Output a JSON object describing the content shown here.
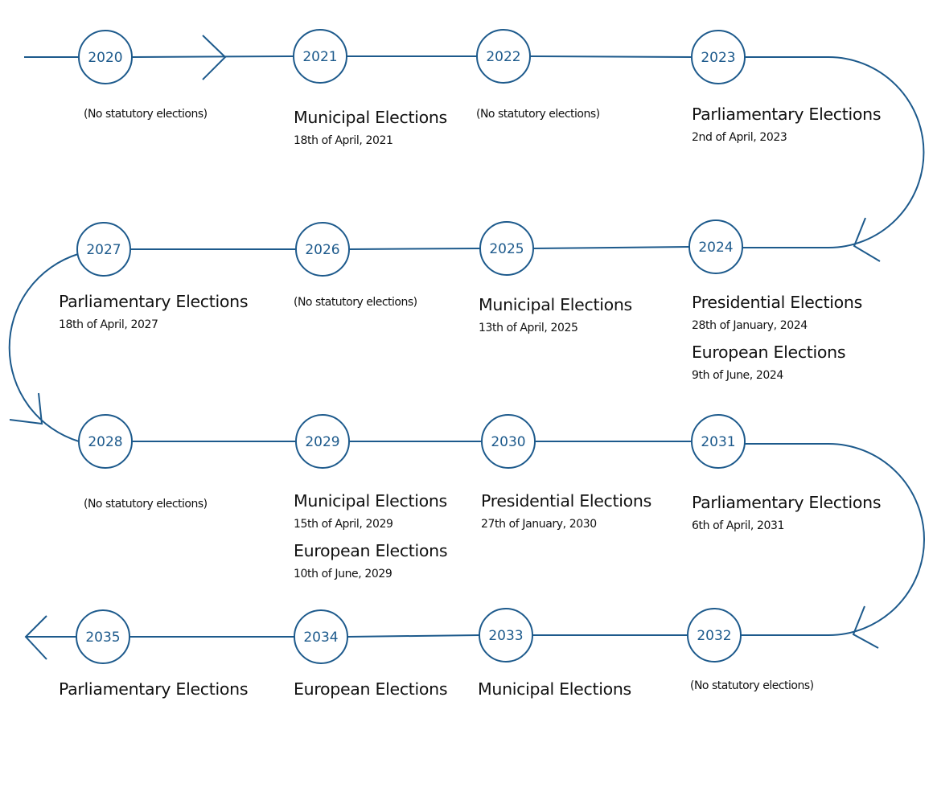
{
  "colors": {
    "line": "#1d5a8c",
    "text": "#111111"
  },
  "no_elections_label": "(No statutory elections)",
  "years": [
    {
      "year": "2020",
      "elections": []
    },
    {
      "year": "2021",
      "elections": [
        {
          "name": "Municipal Elections",
          "date": "18th of April, 2021"
        }
      ]
    },
    {
      "year": "2022",
      "elections": []
    },
    {
      "year": "2023",
      "elections": [
        {
          "name": "Parliamentary Elections",
          "date": "2nd of April, 2023"
        }
      ]
    },
    {
      "year": "2024",
      "elections": [
        {
          "name": "Presidential Elections",
          "date": "28th of January, 2024"
        },
        {
          "name": "European Elections",
          "date": "9th of June, 2024"
        }
      ]
    },
    {
      "year": "2025",
      "elections": [
        {
          "name": "Municipal Elections",
          "date": "13th of April, 2025"
        }
      ]
    },
    {
      "year": "2026",
      "elections": []
    },
    {
      "year": "2027",
      "elections": [
        {
          "name": "Parliamentary Elections",
          "date": "18th of April, 2027"
        }
      ]
    },
    {
      "year": "2028",
      "elections": []
    },
    {
      "year": "2029",
      "elections": [
        {
          "name": "Municipal Elections",
          "date": "15th of April, 2029"
        },
        {
          "name": "European Elections",
          "date": "10th of June, 2029"
        }
      ]
    },
    {
      "year": "2030",
      "elections": [
        {
          "name": "Presidential Elections",
          "date": "27th of January, 2030"
        }
      ]
    },
    {
      "year": "2031",
      "elections": [
        {
          "name": "Parliamentary Elections",
          "date": "6th of April, 2031"
        }
      ]
    },
    {
      "year": "2032",
      "elections": []
    },
    {
      "year": "2033",
      "elections": [
        {
          "name": "Municipal Elections"
        }
      ]
    },
    {
      "year": "2034",
      "elections": [
        {
          "name": "European Elections"
        }
      ]
    },
    {
      "year": "2035",
      "elections": [
        {
          "name": "Parliamentary Elections"
        }
      ]
    }
  ]
}
